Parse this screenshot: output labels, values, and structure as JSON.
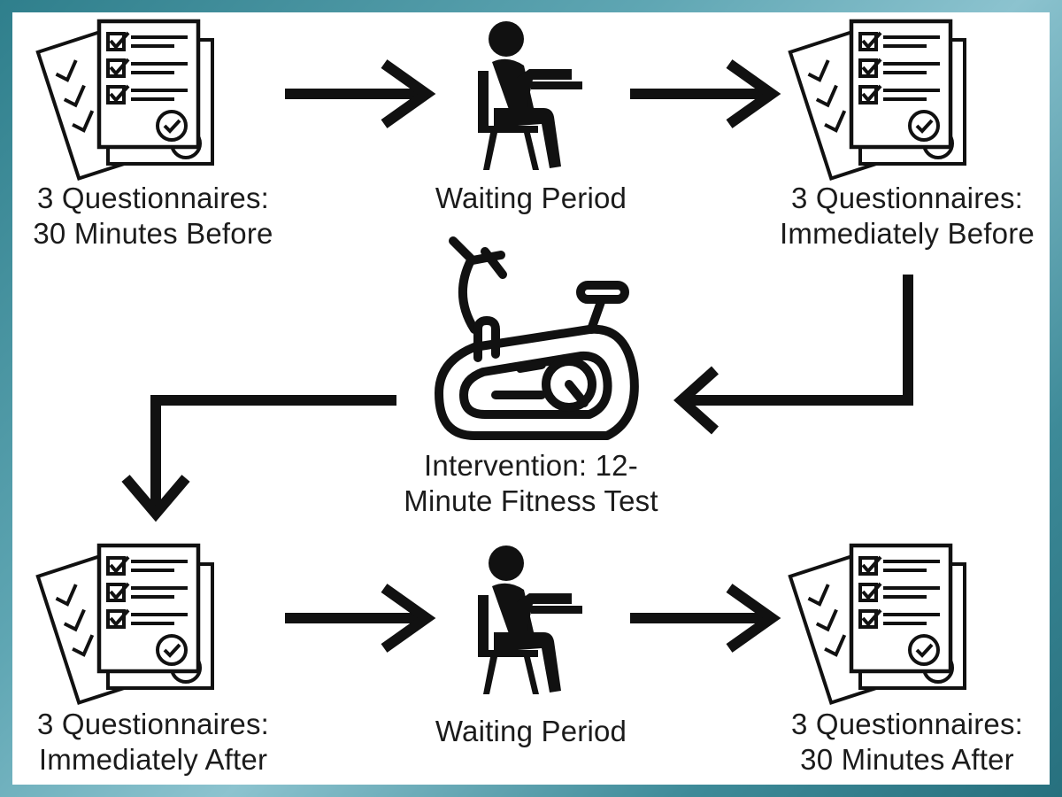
{
  "colors": {
    "background_accent": "#3d8a98",
    "panel": "#ffffff",
    "ink": "#1b1b1b"
  },
  "steps": {
    "q_30_before": {
      "line1": "3 Questionnaires:",
      "line2": "30 Minutes Before",
      "icon": "checklist-documents-icon"
    },
    "wait_1": {
      "line1": "Waiting Period",
      "icon": "seated-person-at-desk-icon"
    },
    "q_imm_before": {
      "line1": "3 Questionnaires:",
      "line2": "Immediately Before",
      "icon": "checklist-documents-icon"
    },
    "intervention": {
      "line1": "Intervention: 12-",
      "line2": "Minute Fitness Test",
      "icon": "exercise-bike-icon"
    },
    "q_imm_after": {
      "line1": "3 Questionnaires:",
      "line2": "Immediately After",
      "icon": "checklist-documents-icon"
    },
    "wait_2": {
      "line1": "Waiting Period",
      "icon": "seated-person-at-desk-icon"
    },
    "q_30_after": {
      "line1": "3 Questionnaires:",
      "line2": "30 Minutes After",
      "icon": "checklist-documents-icon"
    }
  }
}
